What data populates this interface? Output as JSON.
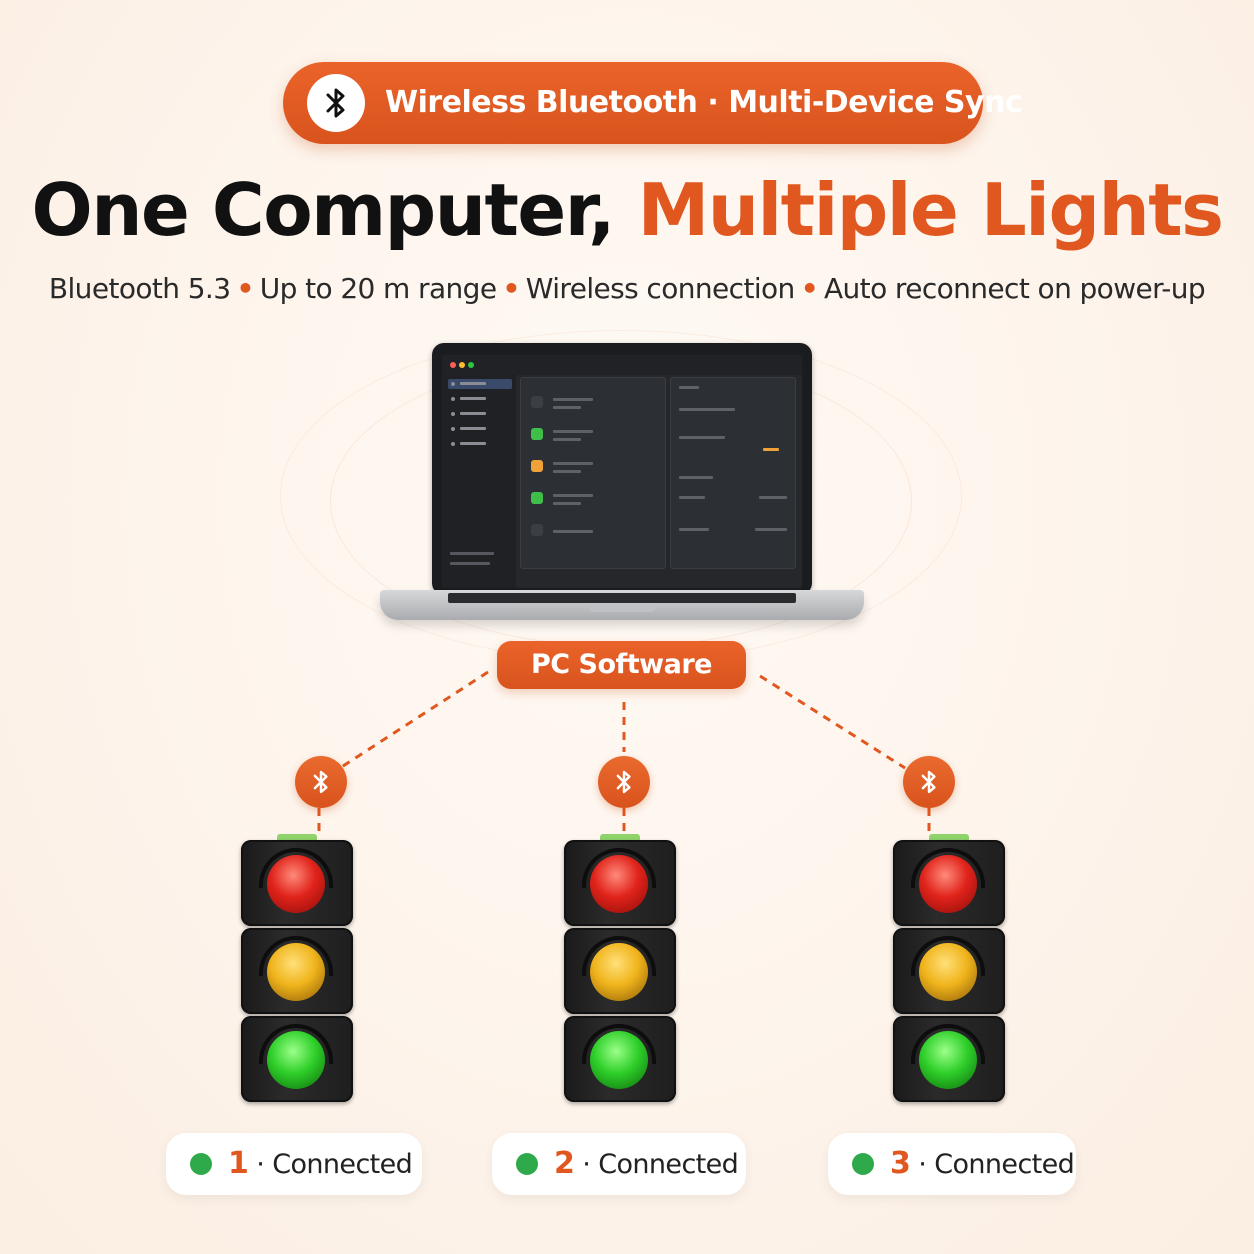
{
  "badge": {
    "label": "Wireless Bluetooth · Multi-Device Sync",
    "icon": "bluetooth-icon"
  },
  "headline": {
    "part1": "One Computer, ",
    "part2": "Multiple Lights"
  },
  "specs": [
    "Bluetooth 5.3",
    "Up to 20 m range",
    "Wireless connection",
    "Auto reconnect on power-up"
  ],
  "hub_label": "PC Software",
  "devices": [
    {
      "number": "1",
      "status": "Connected"
    },
    {
      "number": "2",
      "status": "Connected"
    },
    {
      "number": "3",
      "status": "Connected"
    }
  ],
  "colors": {
    "accent": "#e0581f",
    "connected": "#2eaa4a",
    "text_dark": "#111111"
  }
}
